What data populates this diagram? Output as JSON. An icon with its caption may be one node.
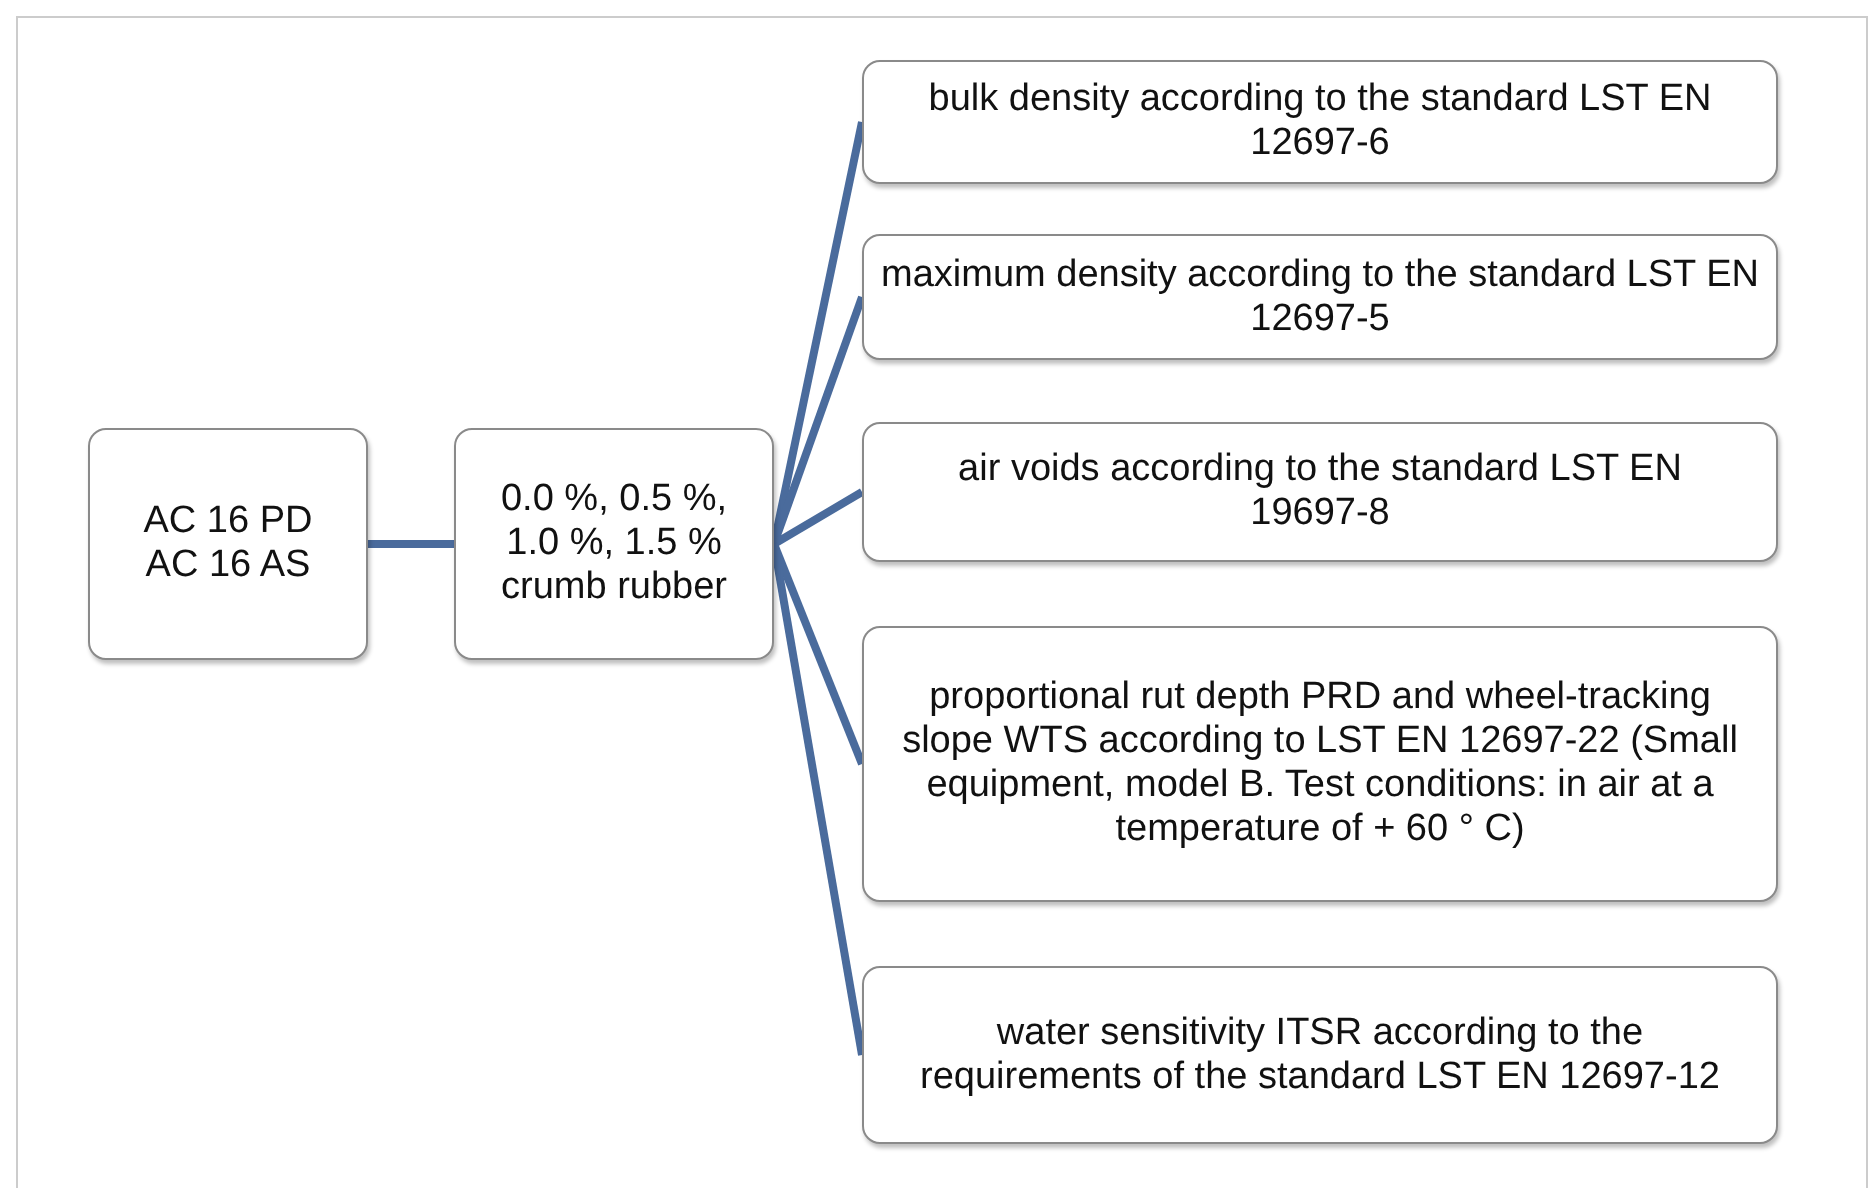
{
  "diagram": {
    "nodes": [
      {
        "text": [
          "AC 16 PD AC 16 AS"
        ]
      },
      {
        "text": [
          "0.0 %, 0.5 %, 1.0 %, 1.5 % crumb rubber"
        ]
      },
      {
        "text": [
          "bulk density according to the standard LST EN 12697-6"
        ]
      },
      {
        "text": [
          "maximum density according to the standard LST EN 12697-5"
        ]
      },
      {
        "text": [
          "air voids according to the standard LST EN 19697-8"
        ]
      },
      {
        "text": [
          "proportional rut depth PRD and wheel-tracking slope WTS according to LST EN 12697-22 (Small equipment, model B. Test conditions: in air at a temperature of + 60 ° C)"
        ]
      },
      {
        "text": [
          "water sensitivity ITSR according to the requirements of the standard LST EN 12697-12"
        ]
      }
    ],
    "edges": [
      {
        "from": 0,
        "to": 1,
        "arrow": "none"
      },
      {
        "from": 1,
        "to": 2,
        "arrow": "none"
      },
      {
        "from": 1,
        "to": 3,
        "arrow": "none"
      },
      {
        "from": 1,
        "to": 4,
        "arrow": "none"
      },
      {
        "from": 1,
        "to": 5,
        "arrow": "none"
      },
      {
        "from": 1,
        "to": 6,
        "arrow": "none"
      }
    ]
  }
}
